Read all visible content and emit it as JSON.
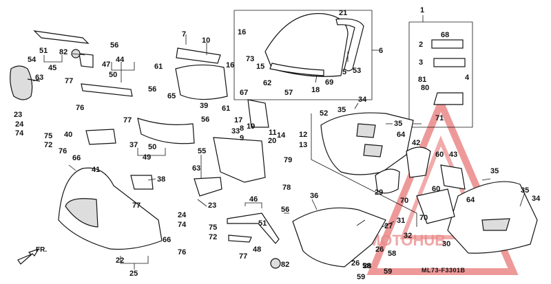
{
  "diagram_code": "ML73-F3301B",
  "front_label": "FR.",
  "watermark_text": "AUTOMOTOHUB",
  "colors": {
    "line": "#111111",
    "watermark": "#e04545",
    "background": "#ffffff"
  },
  "callouts": [
    "1",
    "2",
    "3",
    "4",
    "5",
    "6",
    "7",
    "8",
    "9",
    "10",
    "11",
    "12",
    "13",
    "14",
    "15",
    "16",
    "17",
    "18",
    "19",
    "20",
    "21",
    "22",
    "23",
    "24",
    "25",
    "26",
    "27",
    "28",
    "29",
    "30",
    "31",
    "32",
    "33",
    "34",
    "35",
    "36",
    "37",
    "38",
    "39",
    "40",
    "41",
    "42",
    "43",
    "44",
    "45",
    "46",
    "47",
    "48",
    "49",
    "50",
    "51",
    "52",
    "53",
    "54",
    "55",
    "56",
    "57",
    "58",
    "59",
    "60",
    "61",
    "62",
    "63",
    "64",
    "65",
    "66",
    "67",
    "68",
    "69",
    "70",
    "71",
    "72",
    "73",
    "74",
    "75",
    "76",
    "77",
    "78",
    "79",
    "80",
    "81",
    "82"
  ]
}
